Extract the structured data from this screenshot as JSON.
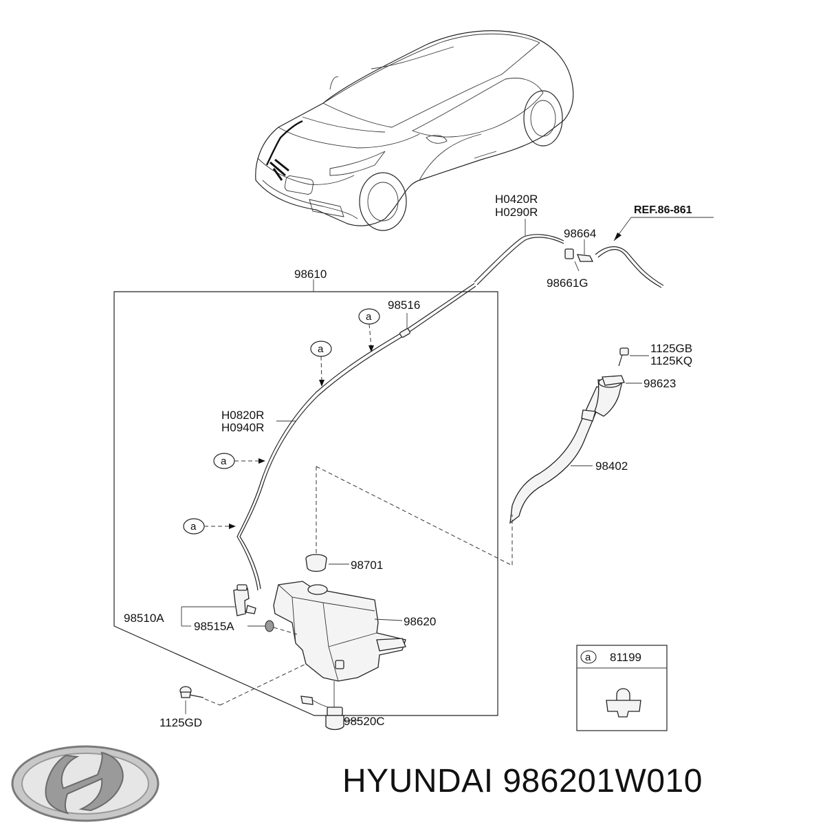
{
  "ref_label": "REF.86-861",
  "parts": {
    "p98610": "98610",
    "h0420r": "H0420R",
    "h0290r": "H0290R",
    "p98664": "98664",
    "p98661g": "98661G",
    "p98516": "98516",
    "h0820r": "H0820R",
    "h0940r": "H0940R",
    "p1125gb": "1125GB",
    "p1125kq": "1125KQ",
    "p98623": "98623",
    "p98402": "98402",
    "p98701": "98701",
    "p98510a": "98510A",
    "p98515a": "98515A",
    "p98620": "98620",
    "p98520c": "98520C",
    "p1125gd": "1125GD",
    "p81199": "81199"
  },
  "callout_letter": "a",
  "brand_text": "HYUNDAI 986201W010",
  "icons": {
    "logo": "hyundai-logo-icon",
    "car": "car-illustration"
  }
}
